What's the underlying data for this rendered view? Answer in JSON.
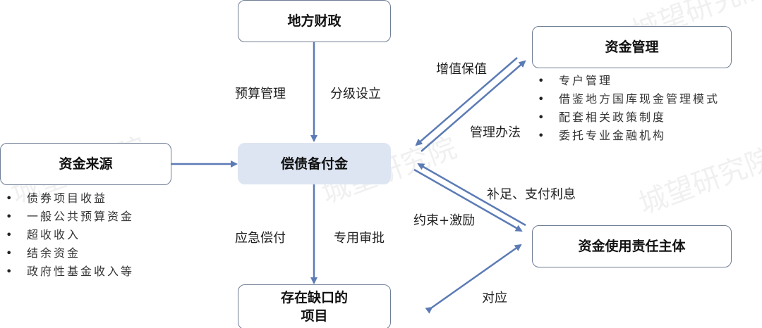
{
  "watermark": "城望研究院",
  "nodes": {
    "local_finance": "地方财政",
    "fund_management": "资金管理",
    "fund_source": "资金来源",
    "reserve_fund": "偿债备付金",
    "responsible_entity": "资金使用责任主体",
    "gap_project": "存在缺口的项目"
  },
  "edge_labels": {
    "budget_management": "预算管理",
    "tiered_setup": "分级设立",
    "value_preservation": "增值保值",
    "management_measures": "管理办法",
    "supplement_interest": "补足、支付利息",
    "constraint_incentive": "约束+激励",
    "emergency_repayment": "应急偿付",
    "special_approval": "专用审批",
    "correspondence": "对应"
  },
  "fund_management_items": [
    "专户管理",
    "借鉴地方国库现金管理模式",
    "配套相关政策制度",
    "委托专业金融机构"
  ],
  "fund_source_items": [
    "债券项目收益",
    "一般公共预算资金",
    "超收收入",
    "结余资金",
    "政府性基金收入等"
  ],
  "colors": {
    "arrow": "#5b7bb5",
    "border": "#6f7d95",
    "reserve_fill": "#dde5f2"
  }
}
